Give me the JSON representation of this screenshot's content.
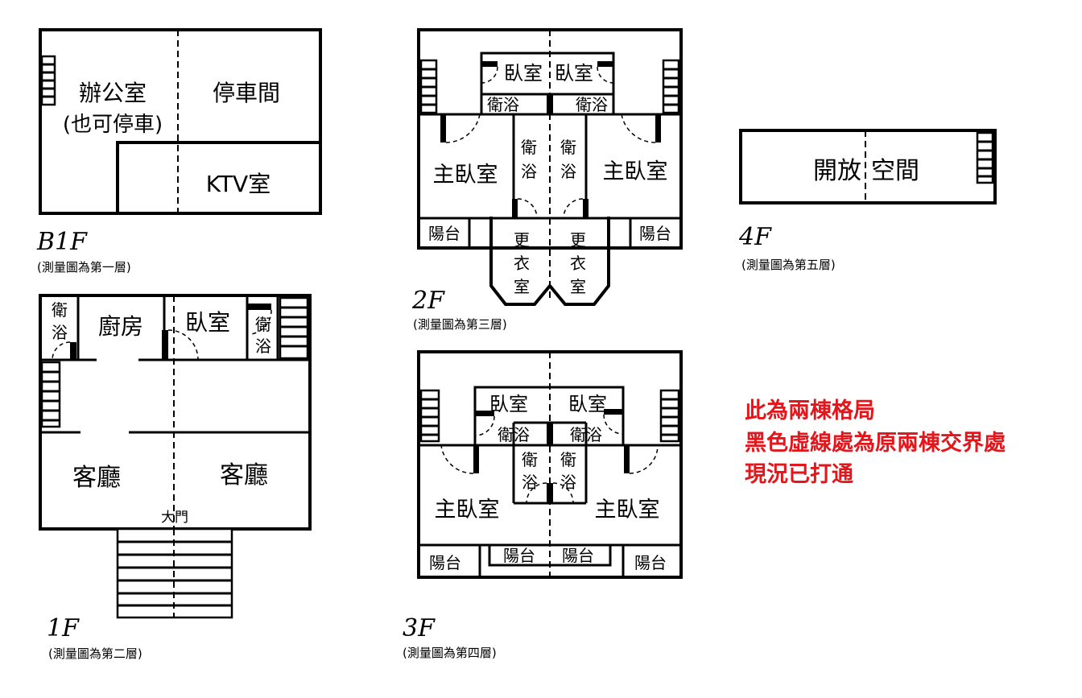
{
  "floors": {
    "b1f": {
      "label": "B1F",
      "note": "(測量圖為第一層)",
      "rooms": {
        "office_line1": "辦公室",
        "office_line2": "(也可停車)",
        "parking": "停車間",
        "ktv": "KTV室"
      }
    },
    "f1": {
      "label": "1F",
      "note": "(測量圖為第二層)",
      "rooms": {
        "bath_a": "衛",
        "bath_b": "浴",
        "kitchen": "廚房",
        "bedroom": "臥室",
        "bath2_a": "衛",
        "bath2_b": "浴",
        "living_left": "客廳",
        "living_right": "客廳",
        "main_door": "大門"
      }
    },
    "f2": {
      "label": "2F",
      "note": "(測量圖為第三層)",
      "rooms": {
        "bed_left": "臥室",
        "bed_right": "臥室",
        "bath_left": "衛浴",
        "bath_right": "衛浴",
        "master_left": "主臥室",
        "master_right": "主臥室",
        "bath_mid_left_a": "衛",
        "bath_mid_left_b": "浴",
        "bath_mid_right_a": "衛",
        "bath_mid_right_b": "浴",
        "balcony_left": "陽台",
        "balcony_right": "陽台",
        "closet_l1": "更",
        "closet_l2": "衣",
        "closet_l3": "室",
        "closet_r1": "更",
        "closet_r2": "衣",
        "closet_r3": "室"
      }
    },
    "f3": {
      "label": "3F",
      "note": "(測量圖為第四層)",
      "rooms": {
        "bed_left": "臥室",
        "bed_right": "臥室",
        "bath_left": "衛浴",
        "bath_right": "衛浴",
        "bath_mid_left_a": "衛",
        "bath_mid_left_b": "浴",
        "bath_mid_right_a": "衛",
        "bath_mid_right_b": "浴",
        "master_left": "主臥室",
        "master_right": "主臥室",
        "balcony_1": "陽台",
        "balcony_2": "陽台",
        "balcony_3": "陽台",
        "balcony_4": "陽台"
      }
    },
    "f4": {
      "label": "4F",
      "note": "(測量圖為第五層)",
      "rooms": {
        "open_a": "開放",
        "open_b": "空間"
      }
    }
  },
  "annotation": {
    "line1": "此為兩棟格局",
    "line2": "黑色虛線處為原兩棟交界處",
    "line3": "現況已打通",
    "color": "#e3161c"
  }
}
